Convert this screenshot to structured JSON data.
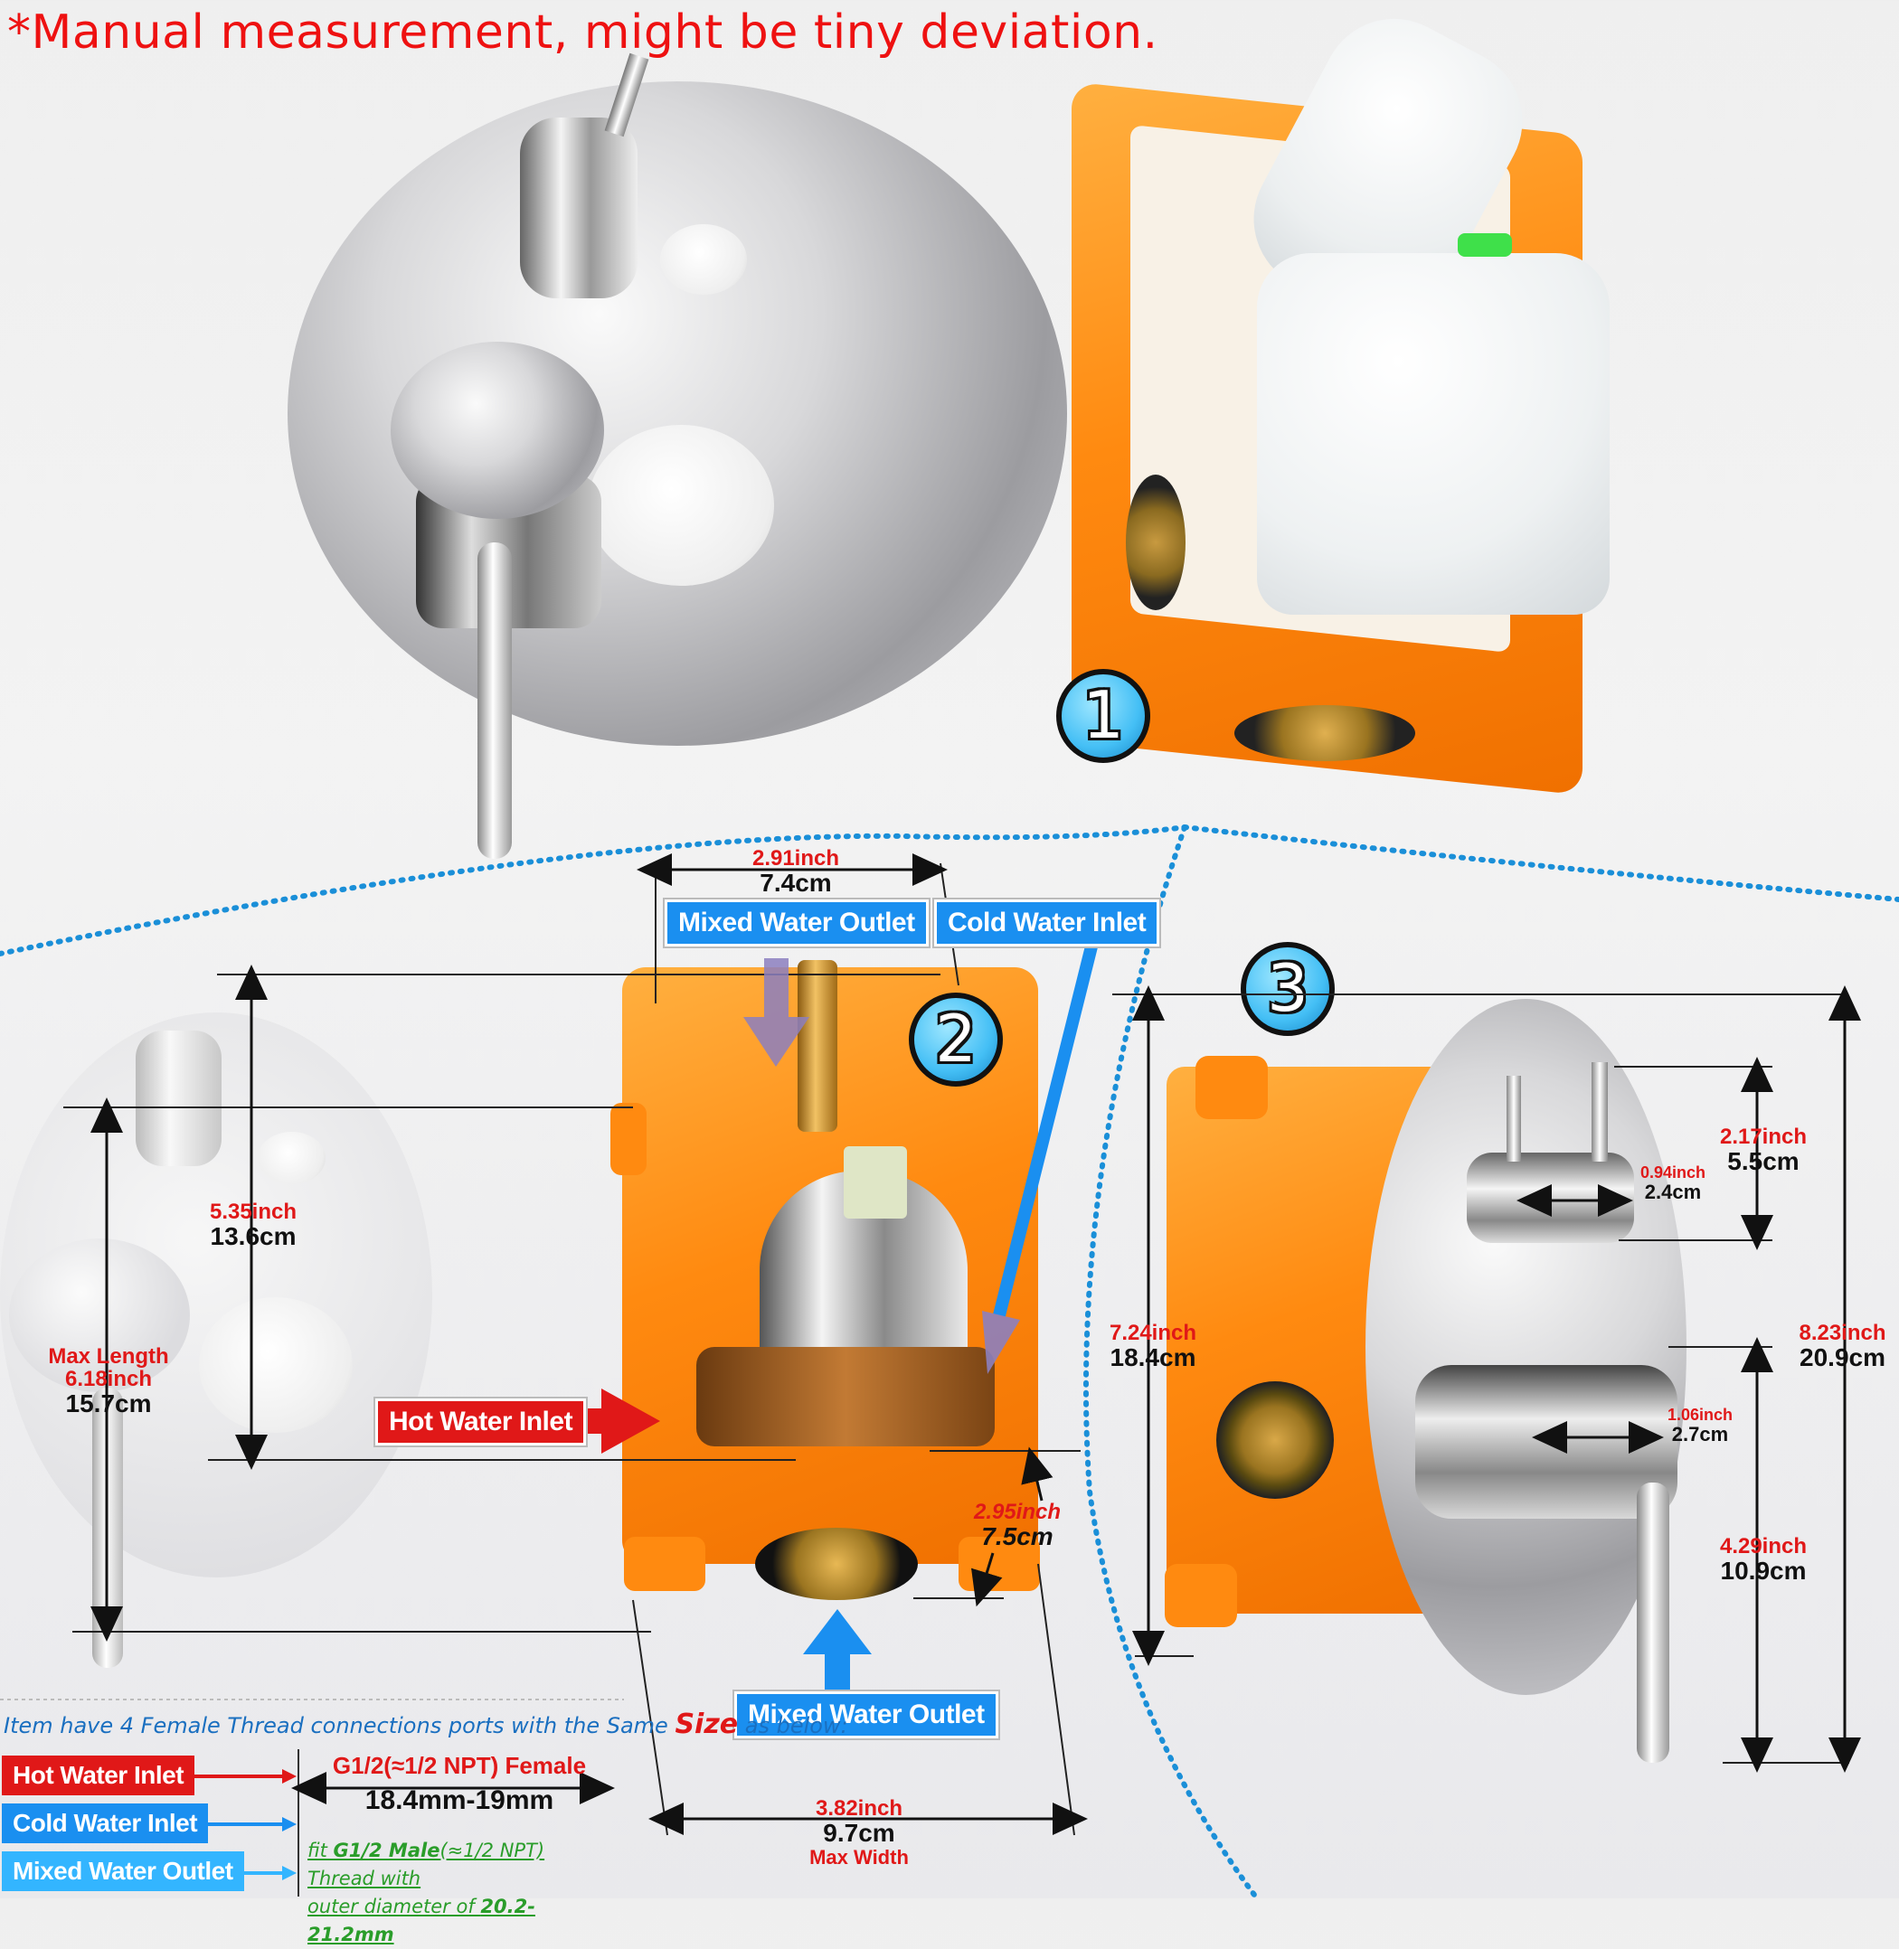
{
  "header": {
    "title": "*Manual measurement, might be tiny deviation."
  },
  "markers": [
    "1",
    "2",
    "3"
  ],
  "labels": {
    "mixed_water_outlet_top": "Mixed Water Outlet",
    "cold_water_inlet": "Cold Water Inlet",
    "hot_water_inlet": "Hot Water Inlet",
    "mixed_water_outlet_bottom": "Mixed Water Outlet"
  },
  "dimensions": {
    "box_top_width": {
      "inch": "2.91inch",
      "cm": "7.4cm"
    },
    "plate_height": {
      "inch": "5.35inch",
      "cm": "13.6cm"
    },
    "max_length": {
      "note": "Max Length",
      "inch": "6.18inch",
      "cm": "15.7cm"
    },
    "box_depth": {
      "inch": "2.95inch",
      "cm": "7.5cm"
    },
    "max_width": {
      "inch": "3.82inch",
      "cm": "9.7cm",
      "note": "Max Width"
    },
    "box_height": {
      "inch": "7.24inch",
      "cm": "18.4cm"
    },
    "overall_height": {
      "inch": "8.23inch",
      "cm": "20.9cm"
    },
    "diverter_height": {
      "inch": "2.17inch",
      "cm": "5.5cm"
    },
    "diverter_width": {
      "inch": "0.94inch",
      "cm": "2.4cm"
    },
    "handle_dia": {
      "inch": "1.06inch",
      "cm": "2.7cm"
    },
    "handle_height": {
      "inch": "4.29inch",
      "cm": "10.9cm"
    }
  },
  "legend": {
    "header_pre": "Item have 4 Female Thread connections ports with the Same ",
    "header_size": "Size",
    "header_post": " as below:",
    "items": [
      "Hot Water Inlet",
      "Cold Water Inlet",
      "Mixed Water Outlet"
    ],
    "spec_line1": "G1/2(≈1/2 NPT) Female",
    "spec_line2": "18.4mm-19mm",
    "note_pre": "fit ",
    "note_bold1": "G1/2 Male",
    "note_mid": "(≈1/2 NPT) Thread with",
    "note_line2_pre": "outer diameter of ",
    "note_bold2": "20.2-21.2mm"
  },
  "colors": {
    "orange_box": "#ff8a10",
    "chrome": "#bdbdc2",
    "tag_blue": "#1a8ff0",
    "tag_red": "#e01818",
    "dotted_divider": "#1a8fd8"
  }
}
